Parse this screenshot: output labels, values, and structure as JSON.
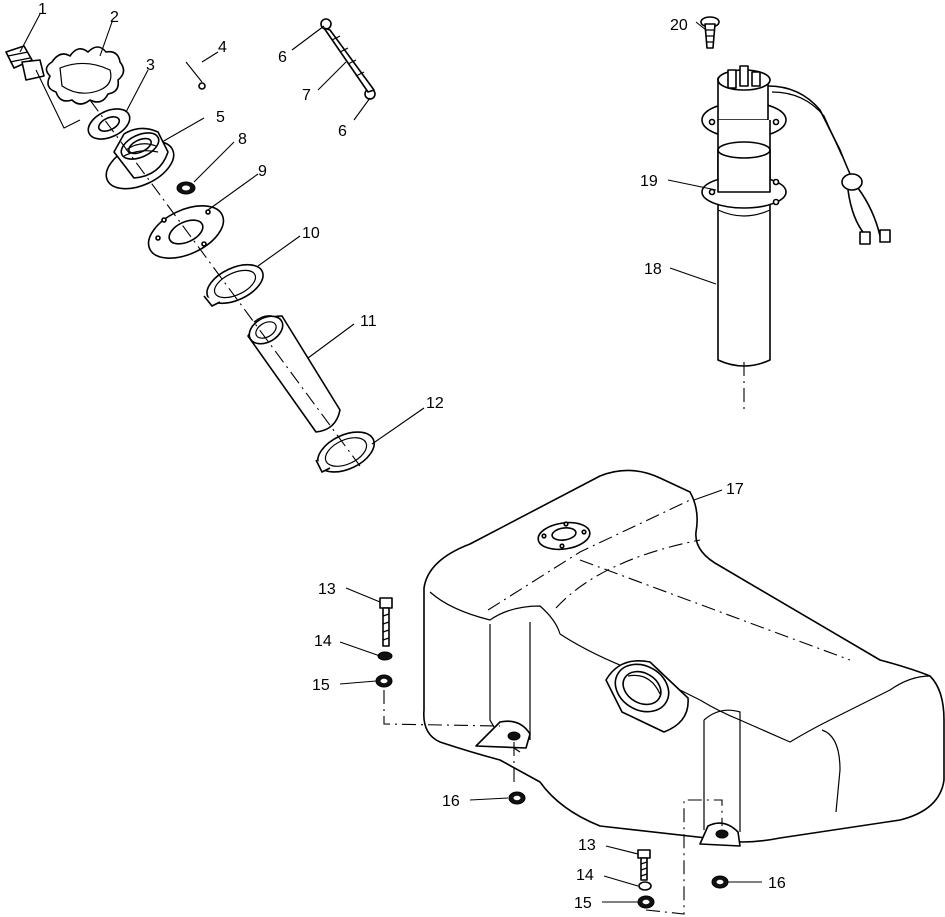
{
  "callouts": {
    "c1": "1",
    "c2": "2",
    "c3": "3",
    "c4": "4",
    "c5": "5",
    "c6a": "6",
    "c6b": "6",
    "c7": "7",
    "c8": "8",
    "c9": "9",
    "c10": "10",
    "c11": "11",
    "c12": "12",
    "c13a": "13",
    "c14a": "14",
    "c15a": "15",
    "c16a": "16",
    "c13b": "13",
    "c14b": "14",
    "c15b": "15",
    "c16b": "16",
    "c17": "17",
    "c18": "18",
    "c19": "19",
    "c20": "20"
  }
}
